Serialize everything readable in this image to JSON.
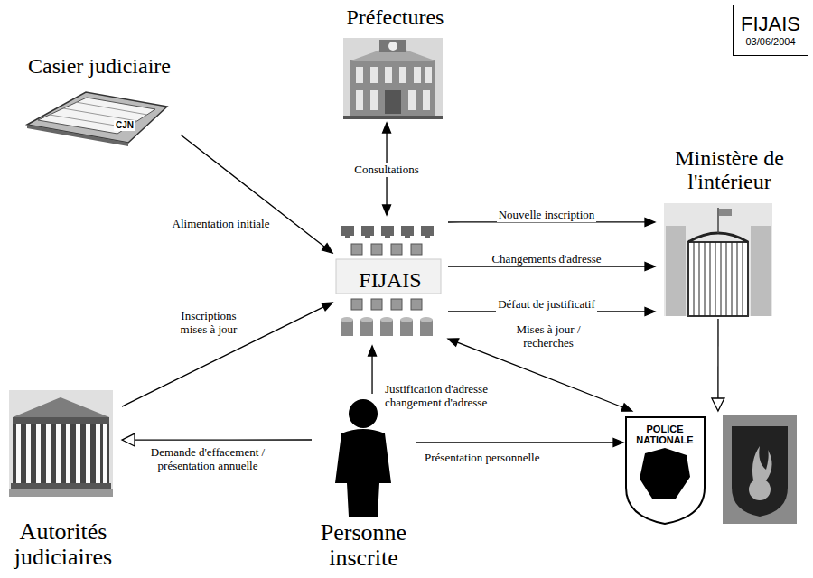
{
  "diagram": {
    "nodes": [
      {
        "text": [
          "Préfectures"
        ]
      },
      {
        "text": [
          "FIJAIS",
          "03/06/2004"
        ]
      },
      {
        "text": [
          "Casier judiciaire"
        ]
      },
      {
        "text": [
          "Ministère de l'intérieur"
        ]
      },
      {
        "text": [
          "FIJAIS"
        ]
      },
      {
        "text": [
          "Autorités judiciaires"
        ]
      },
      {
        "text": [
          "POLICE NATIONALE"
        ]
      },
      {
        "text": [
          "Personne inscrite"
        ]
      }
    ],
    "edges": [
      {
        "from": 2,
        "to": 4,
        "label": "Alimentation initiale",
        "arrow": "to"
      },
      {
        "from": 0,
        "to": 4,
        "label": "Consultations",
        "arrow": "both"
      },
      {
        "from": 4,
        "to": 3,
        "label": "Nouvelle inscription",
        "arrow": "to"
      },
      {
        "from": 4,
        "to": 3,
        "label": "Changements d'adresse",
        "arrow": "to"
      },
      {
        "from": 4,
        "to": 3,
        "label": "Défaut de justificatif",
        "arrow": "to"
      },
      {
        "from": 5,
        "to": 4,
        "label": "Inscriptions mises à jour",
        "arrow": "to"
      },
      {
        "from": 4,
        "to": 6,
        "label": "Mises à jour / recherches",
        "arrow": "both"
      },
      {
        "from": 7,
        "to": 4,
        "label": "Justification d'adresse changement d'adresse",
        "arrow": "to"
      },
      {
        "from": 7,
        "to": 5,
        "label": "Demande d'effacement / présentation annuelle",
        "arrow": "to"
      },
      {
        "from": 7,
        "to": 6,
        "label": "Présentation personnelle",
        "arrow": "to"
      },
      {
        "from": 3,
        "to": 6,
        "arrow": "to"
      }
    ],
    "labels": [
      "CJN"
    ]
  }
}
